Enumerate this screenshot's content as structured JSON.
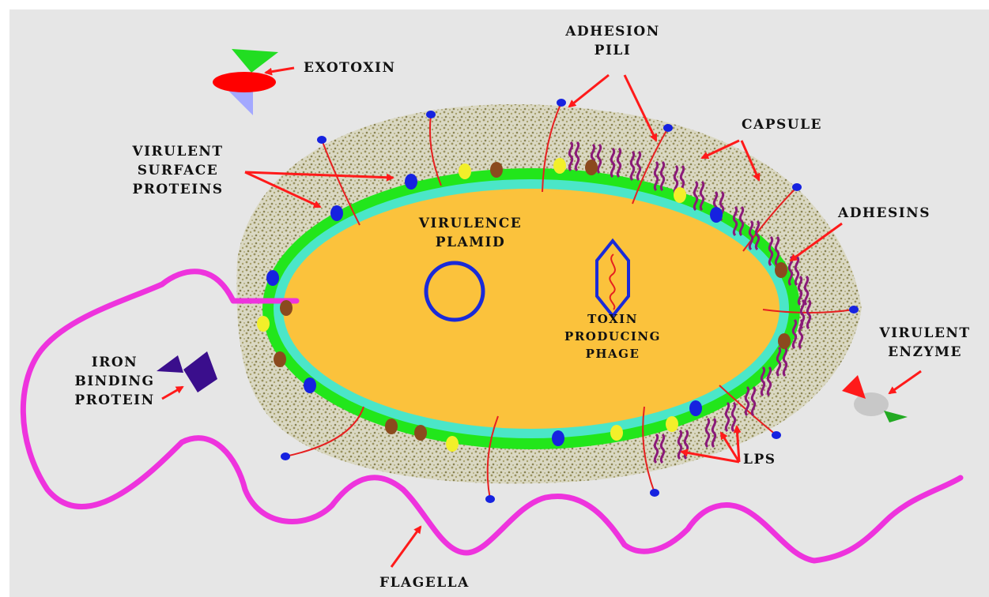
{
  "labels": {
    "exotoxin": "EXOTOXIN",
    "adhesion_pili": [
      "ADHESION",
      "PILI"
    ],
    "capsule": "CAPSULE",
    "virulent_surface_proteins": [
      "VIRULENT",
      "SURFACE",
      "PROTEINS"
    ],
    "adhesins": "ADHESINS",
    "virulence_plasmid": [
      "VIRULENCE",
      "PLAMID"
    ],
    "toxin_producing_phage": [
      "TOXIN",
      "PRODUCING",
      "PHAGE"
    ],
    "virulent_enzyme": [
      "VIRULENT",
      "ENZYME"
    ],
    "iron_binding_protein": [
      "IRON",
      "BINDING",
      "PROTEIN"
    ],
    "lps": "LPS",
    "flagella": "FLAGELLA"
  },
  "colors": {
    "background": "#e6e6e6",
    "cytoplasm": "#fbc23c",
    "inner_membrane": "#4be6c8",
    "cell_wall": "#22e61b",
    "capsule": "#a8a16a",
    "flagella": "#ee33dd",
    "arrow": "#ff1a1a",
    "pili": "#e62020",
    "pili_tip": "#1622e0",
    "lps": "#8a1a78",
    "plasmid": "#1a2ad8",
    "iron_binding_protein": "#3a0e8c",
    "enzyme": "#c8c8c8"
  }
}
